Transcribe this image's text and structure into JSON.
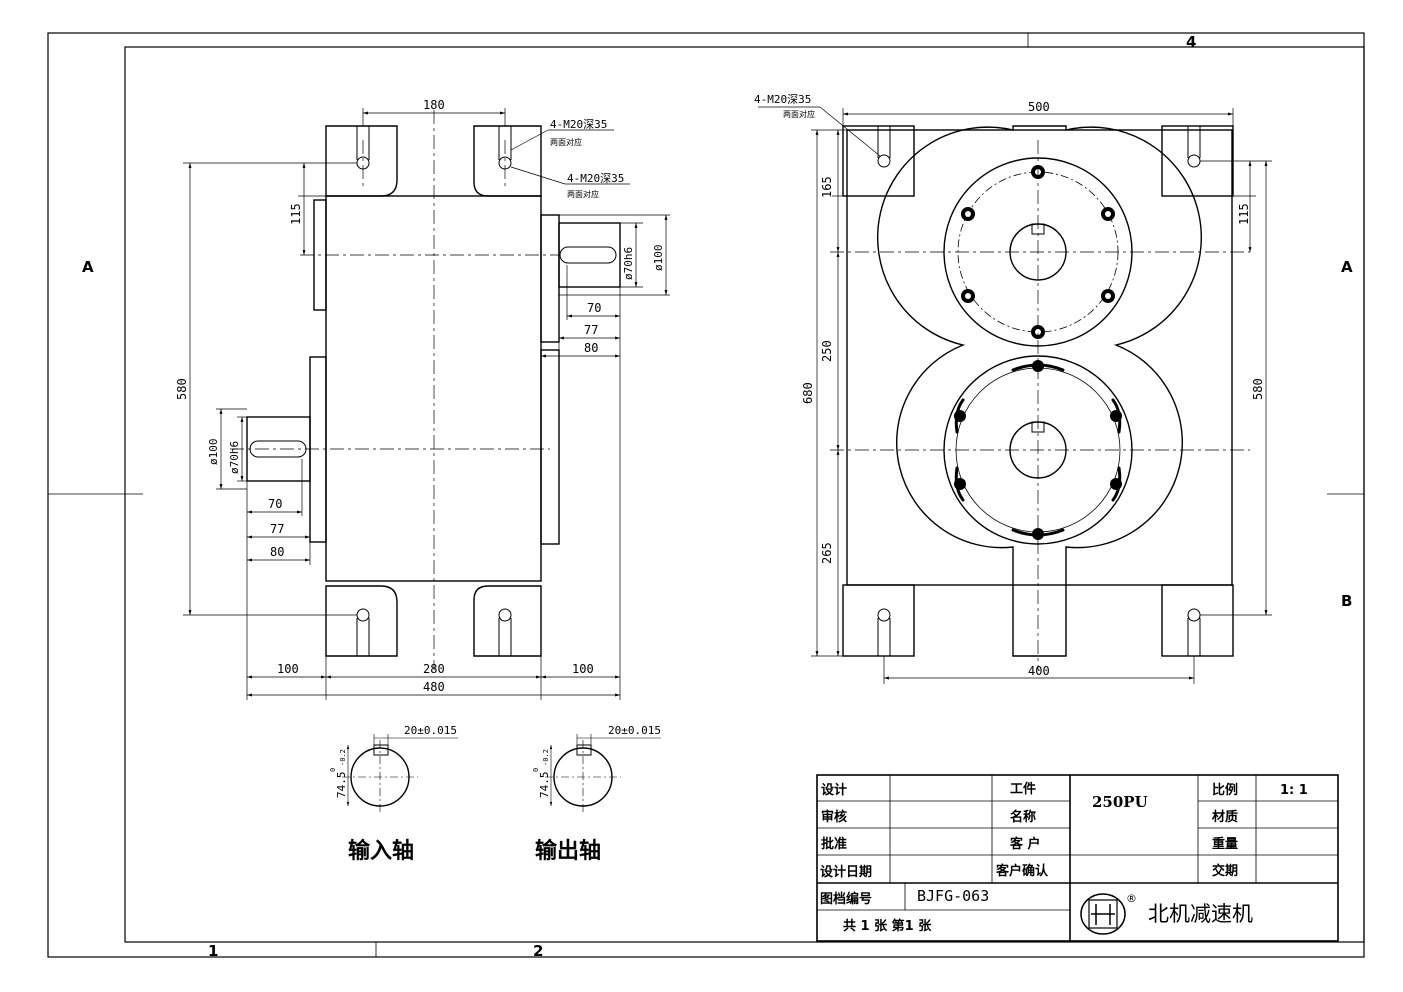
{
  "frame": {
    "zones_top": [
      "4"
    ],
    "zones_bottom": [
      "1",
      "2"
    ],
    "zones_left": [
      "A"
    ],
    "zones_right": [
      "A",
      "B"
    ]
  },
  "side_view": {
    "callout_top": "4-M20深35",
    "callout_top_sub": "两面对应",
    "callout_mid": "4-M20深35",
    "callout_mid_sub": "两面对应",
    "dim_180": "180",
    "dim_115": "115",
    "dim_580": "580",
    "dim_right_shaft_d": "ø70h6",
    "dim_right_flange_d": "ø100",
    "dim_left_shaft_d": "ø70h6",
    "dim_left_flange_d": "ø100",
    "dim_r70": "70",
    "dim_r77": "77",
    "dim_r80": "80",
    "dim_l70": "70",
    "dim_l77": "77",
    "dim_l80": "80",
    "dim_b100_left": "100",
    "dim_b280": "280",
    "dim_b100_right": "100",
    "dim_b480": "480"
  },
  "front_view": {
    "callout": "4-M20深35",
    "callout_sub": "两面对应",
    "dim_500": "500",
    "dim_165": "165",
    "dim_250": "250",
    "dim_265": "265",
    "dim_680": "680",
    "dim_115": "115",
    "dim_580": "580",
    "dim_400": "400"
  },
  "sections": [
    {
      "key_width": "20±0.015",
      "depth": "74.5",
      "tol_upper": "0",
      "tol_lower": "-0.2",
      "label": "输入轴"
    },
    {
      "key_width": "20±0.015",
      "depth": "74.5",
      "tol_upper": "0",
      "tol_lower": "-0.2",
      "label": "输出轴"
    }
  ],
  "title_block": {
    "design": "设计",
    "review": "审核",
    "approve": "批准",
    "design_date": "设计日期",
    "doc_no_label": "图档编号",
    "doc_no": "BJFG-063",
    "sheets": "共 1 张 第1 张",
    "part_label_1": "工件",
    "part_label_2": "名称",
    "part_name": "250PU",
    "customer": "客 户",
    "customer_confirm": "客户确认",
    "scale_label": "比例",
    "scale": "1: 1",
    "material_label": "材质",
    "weight_label": "重量",
    "delivery_label": "交期",
    "company": "北机减速机",
    "registered": "®"
  }
}
